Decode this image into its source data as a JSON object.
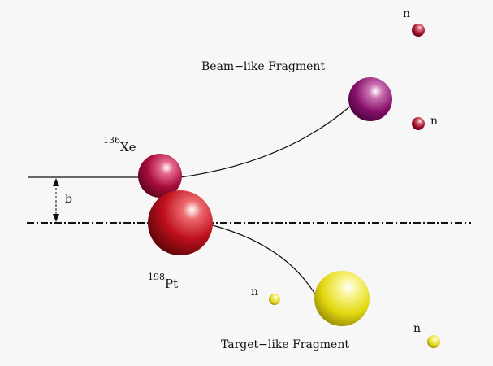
{
  "labels": {
    "beam_fragment": "Beam−like Fragment",
    "target_fragment": "Target−like Fragment",
    "impact_parameter": "b",
    "projectile_mass": "136",
    "projectile_symbol": "Xe",
    "target_mass": "198",
    "target_symbol": "Pt",
    "neutron": "n"
  },
  "colors": {
    "background": "#f7f7f7",
    "projectile": "#b00a3a",
    "target": "#c8101a",
    "beam_fragment": "#8a1263",
    "target_fragment": "#e8e020",
    "neutron_red": "#9e0c26",
    "neutron_yellow": "#e2d820",
    "line": "#111111"
  }
}
